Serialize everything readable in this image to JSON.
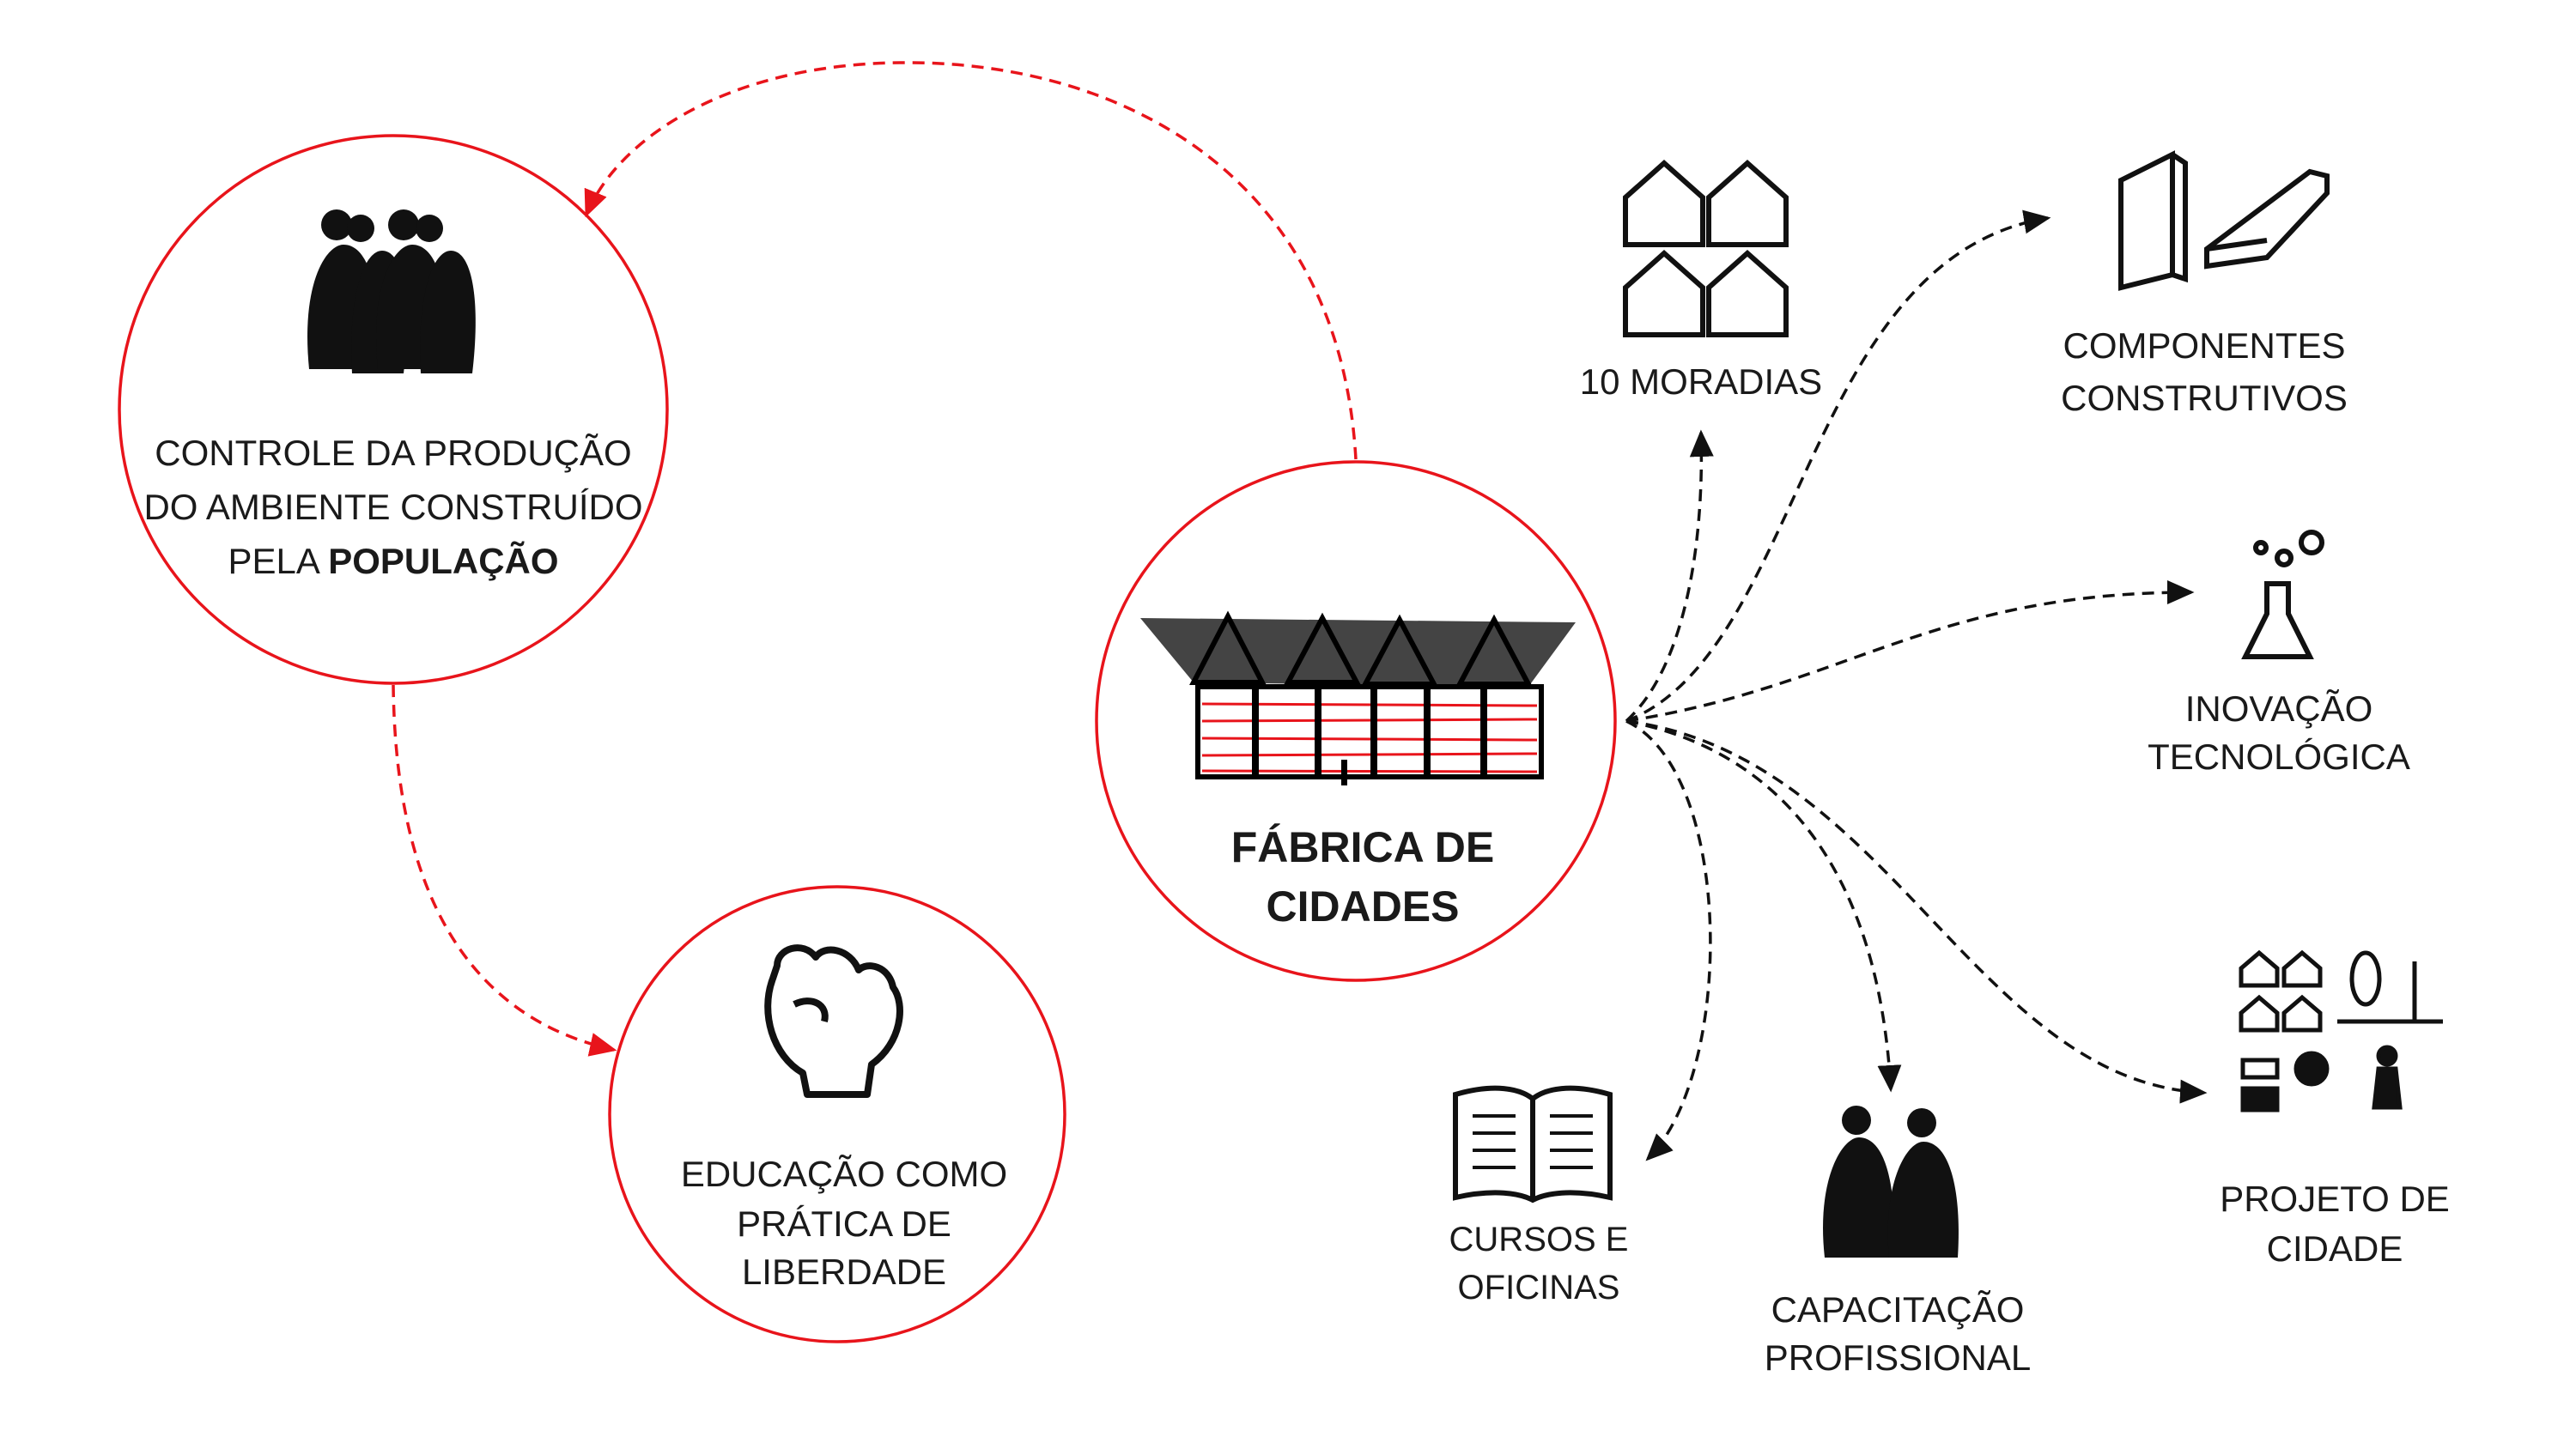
{
  "colors": {
    "accent": "#e8141b",
    "ink": "#1a1a1a"
  },
  "center": {
    "lines": [
      "FÁBRICA DE",
      "CIDADES"
    ],
    "icon": "factory-sketch-icon"
  },
  "control": {
    "lines": [
      "CONTROLE DA PRODUÇÃO",
      "DO AMBIENTE CONSTRUÍDO"
    ],
    "line3_prefix": "PELA ",
    "line3_bold": "POPULAÇÃO",
    "icon": "people-icon"
  },
  "education": {
    "lines": [
      "EDUCAÇÃO COMO",
      "PRÁTICA DE",
      "LIBERDADE"
    ],
    "icon": "raised-fist-icon"
  },
  "outputs": {
    "moradias": {
      "lines": [
        "10 MORADIAS"
      ],
      "icon": "houses-icon"
    },
    "componentes": {
      "lines": [
        "COMPONENTES",
        "CONSTRUTIVOS"
      ],
      "icon": "building-components-icon"
    },
    "inovacao": {
      "lines": [
        "INOVAÇÃO",
        "TECNOLÓGICA"
      ],
      "icon": "flask-icon"
    },
    "projeto": {
      "lines": [
        "PROJETO DE",
        "CIDADE"
      ],
      "icon": "city-project-icon"
    },
    "capacitacao": {
      "lines": [
        "CAPACITAÇÃO",
        "PROFISSIONAL"
      ],
      "icon": "workers-icon"
    },
    "cursos": {
      "lines": [
        "CURSOS E",
        "OFICINAS"
      ],
      "icon": "book-icon"
    }
  }
}
